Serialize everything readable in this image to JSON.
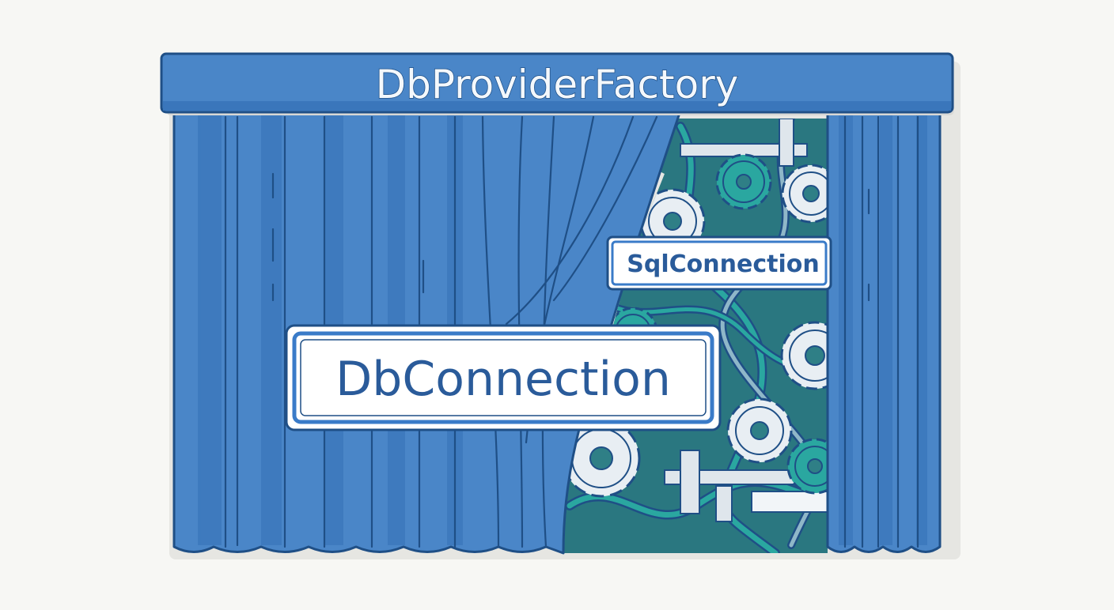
{
  "labels": {
    "valance": "DbProviderFactory",
    "abstract_plate": "DbConnection",
    "concrete_plate": "SqlConnection"
  },
  "colors": {
    "background": "#f7f7f4",
    "curtain": "#4a86c8",
    "curtain_dark": "#2f6db0",
    "outline": "#1f4f86",
    "machinery_bg": "#2f7f86",
    "pipe_teal": "#2aa7a0",
    "gear_light": "#e8eef3",
    "plate_fill": "#ffffff",
    "plate_border": "#3a7bc8",
    "text": "#2a5b9a"
  },
  "icons": [
    "gear-icon",
    "pipe-icon",
    "curtain-icon"
  ]
}
